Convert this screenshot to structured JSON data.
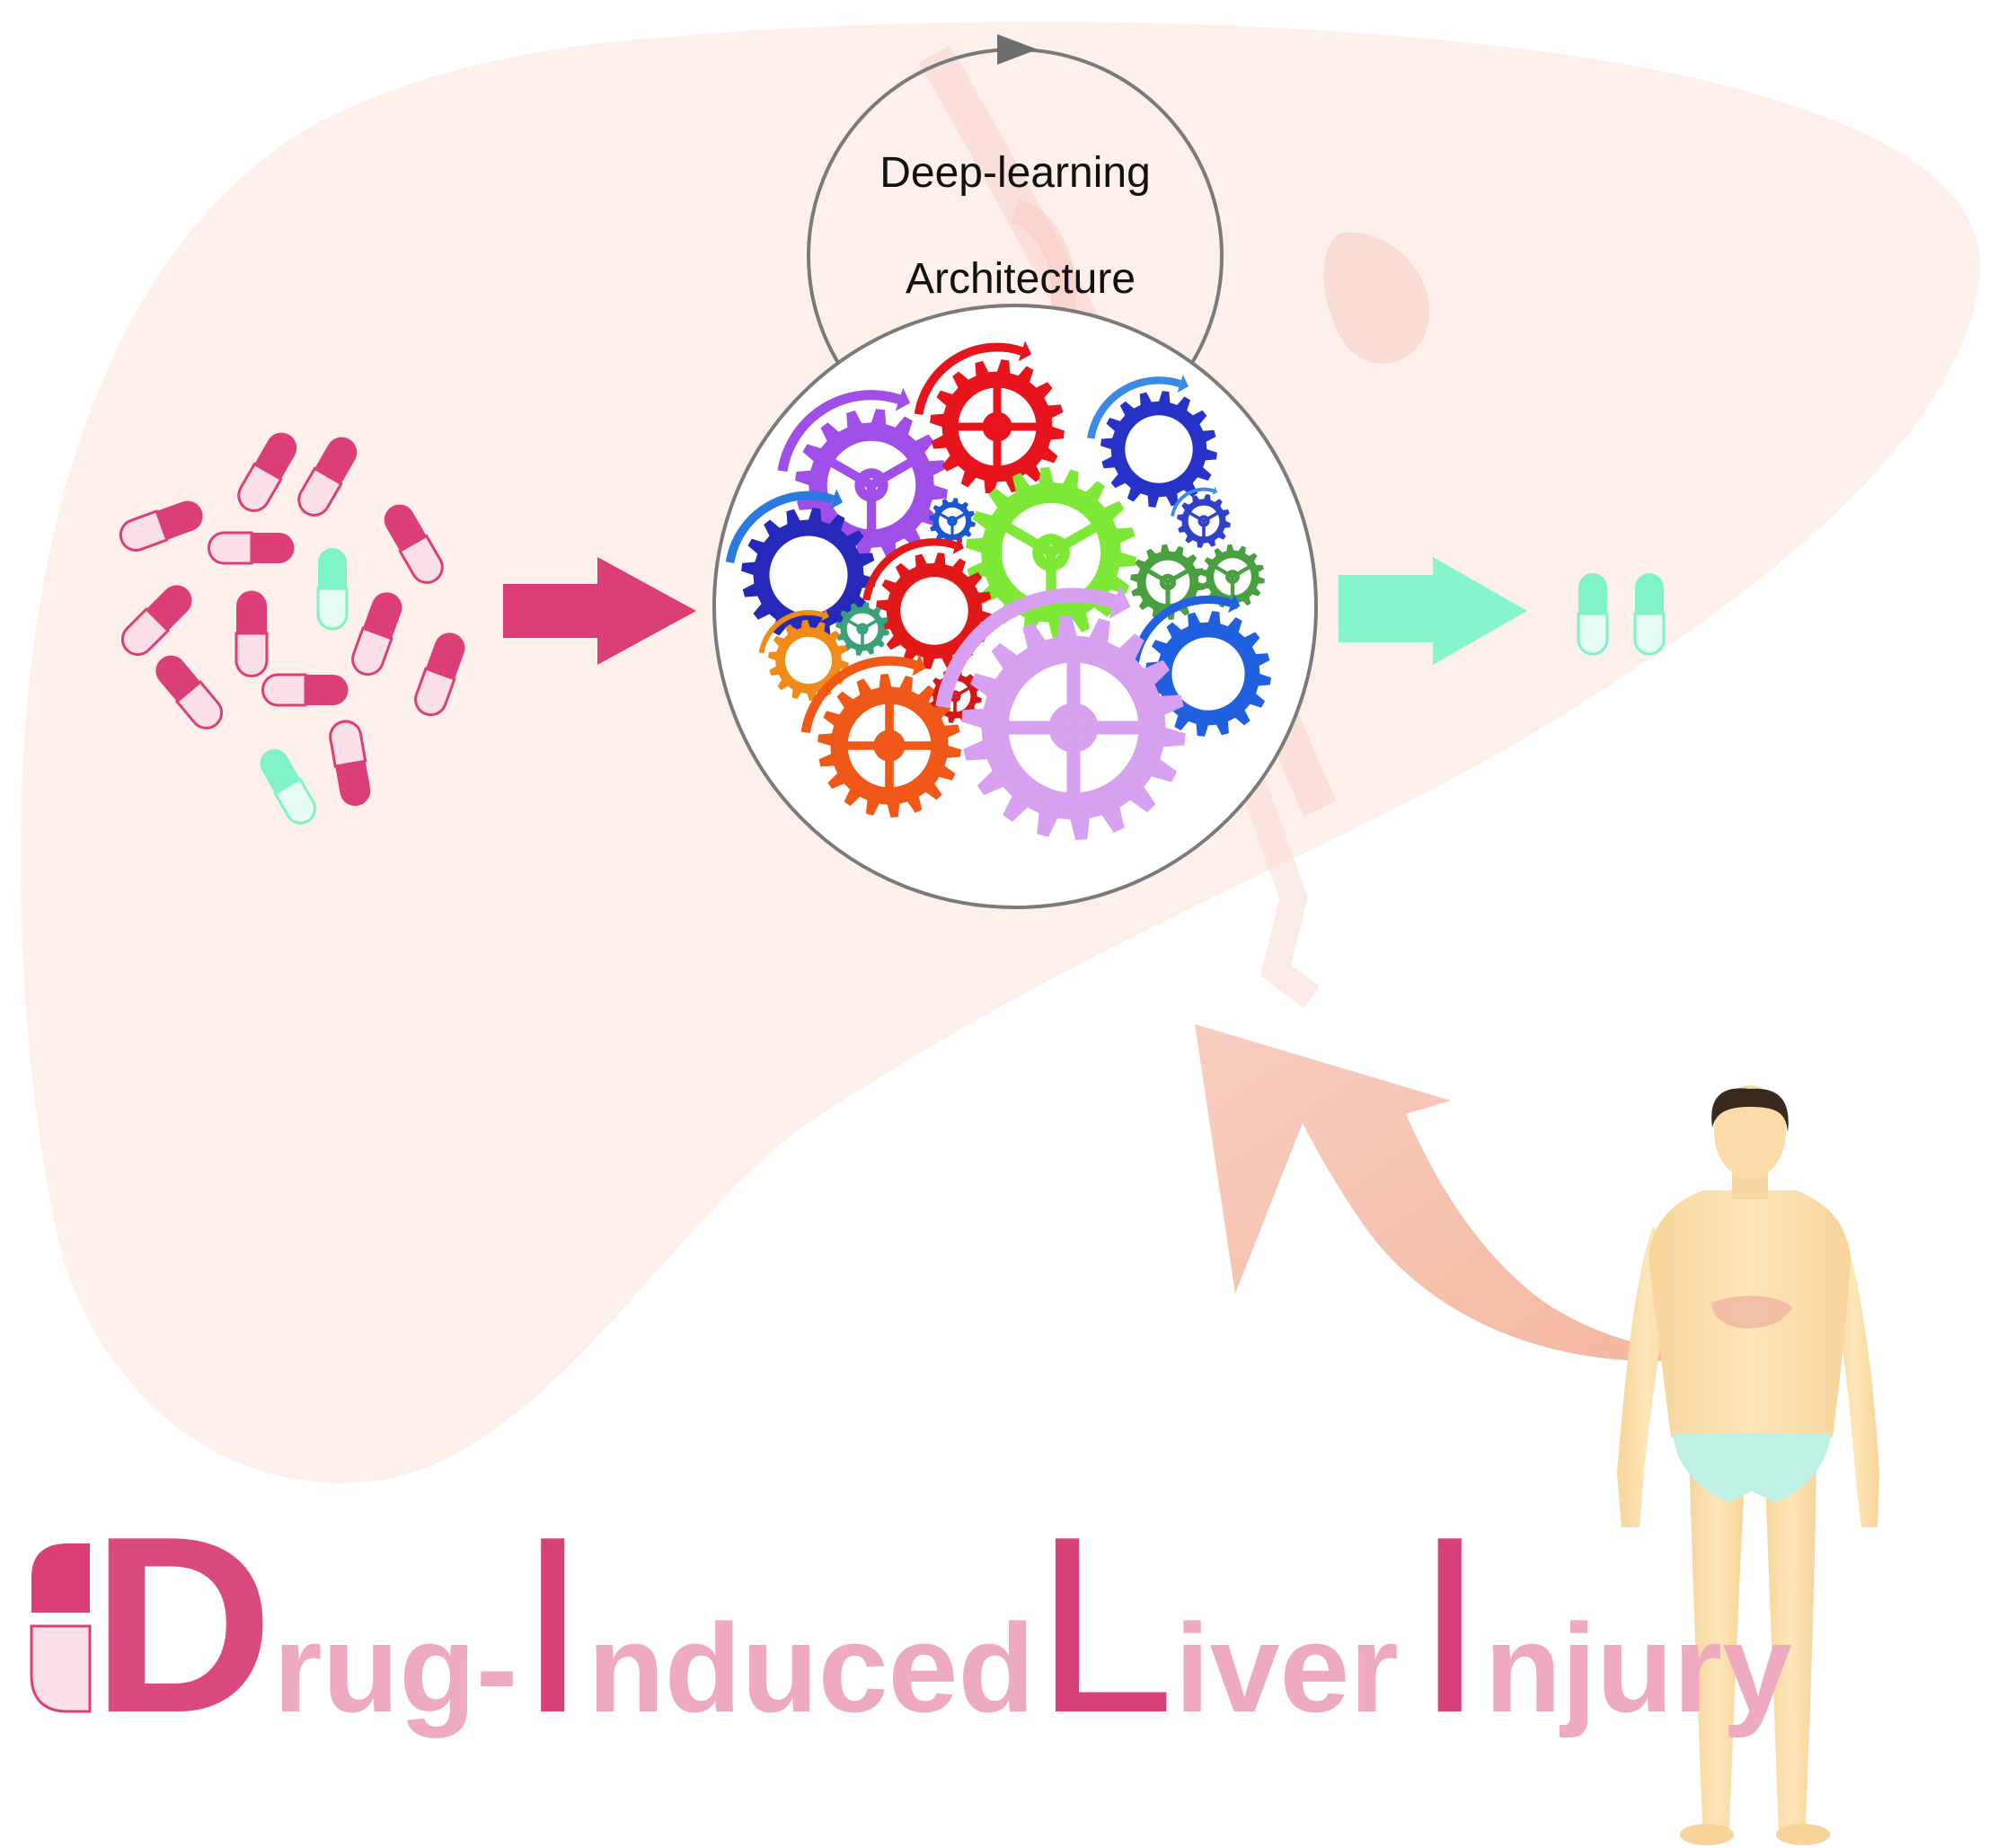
{
  "diagram": {
    "architecture_caption": {
      "line1": "Deep-learning",
      "line2": "Architecture"
    },
    "title": {
      "letters": [
        {
          "big": "D",
          "rest": "rug-"
        },
        {
          "big": "I",
          "rest": "nduced"
        },
        {
          "big": "L",
          "rest": "iver"
        },
        {
          "big": "I",
          "rest": "njury"
        }
      ]
    },
    "colors": {
      "liver_fill": "#fdeee8",
      "pill_pink": "#dc3f78",
      "pill_pink_light": "#fbdfe6",
      "pill_green": "#7ff2c8",
      "pill_green_light": "#e6fbf3",
      "arrow_in": "#dc3f78",
      "arrow_out": "#86f4cc",
      "title_big": "#d8407a",
      "title_small": "#eeaabe",
      "body_skin": "#fde3b0",
      "underwear": "#bff0e6"
    },
    "icons": {
      "input_pills": "capsule-icon",
      "output_pills": "capsule-icon",
      "model": "gear-icon",
      "patient": "human-body-icon"
    }
  }
}
